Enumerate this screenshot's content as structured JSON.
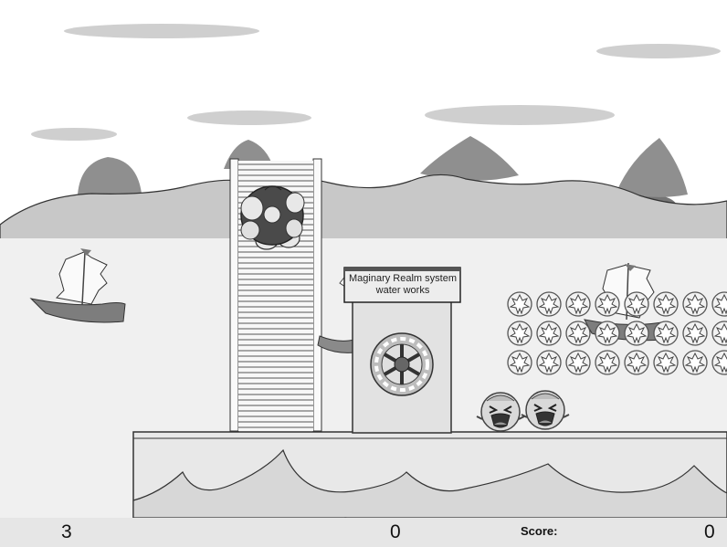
{
  "sign": {
    "line1": "Maginary Realm system",
    "line2": "water works"
  },
  "hud": {
    "lives_icon": "player-face-icon",
    "lives": "3",
    "coin_icon": "leaf-coin-icon",
    "coins": "0",
    "score_label": "Score:",
    "score": "0"
  },
  "colors": {
    "sky": "#ffffff",
    "hills": "#c8c8c8",
    "water": "#f0f0f0",
    "platform": "#e8e8e8",
    "hud": "#e6e6e6"
  }
}
